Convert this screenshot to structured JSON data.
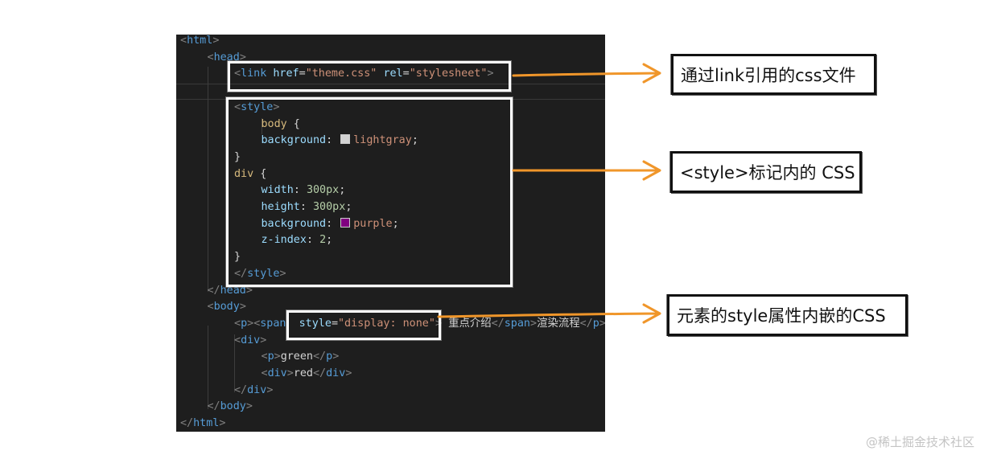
{
  "code": {
    "lines": [
      {
        "indent": 0,
        "tokens": [
          {
            "c": "punc",
            "t": "<"
          },
          {
            "c": "tag",
            "t": "html"
          },
          {
            "c": "punc",
            "t": ">"
          }
        ]
      },
      {
        "indent": 1,
        "tokens": [
          {
            "c": "punc",
            "t": "<"
          },
          {
            "c": "tag",
            "t": "head"
          },
          {
            "c": "punc",
            "t": ">"
          }
        ]
      },
      {
        "indent": 2,
        "tokens": [
          {
            "c": "punc",
            "t": "<"
          },
          {
            "c": "tag",
            "t": "link"
          },
          {
            "c": "txt",
            "t": " "
          },
          {
            "c": "attr",
            "t": "href"
          },
          {
            "c": "txt",
            "t": "="
          },
          {
            "c": "str",
            "t": "\"theme.css\""
          },
          {
            "c": "txt",
            "t": " "
          },
          {
            "c": "attr",
            "t": "rel"
          },
          {
            "c": "txt",
            "t": "="
          },
          {
            "c": "str",
            "t": "\"stylesheet\""
          },
          {
            "c": "punc",
            "t": ">"
          }
        ]
      },
      {
        "indent": 2,
        "tokens": []
      },
      {
        "indent": 2,
        "tokens": [
          {
            "c": "punc",
            "t": "<"
          },
          {
            "c": "tag",
            "t": "style"
          },
          {
            "c": "punc",
            "t": ">"
          }
        ]
      },
      {
        "indent": 3,
        "tokens": [
          {
            "c": "sel",
            "t": "body"
          },
          {
            "c": "txt",
            "t": " {"
          }
        ]
      },
      {
        "indent": 3,
        "tokens": [
          {
            "c": "prop",
            "t": "background"
          },
          {
            "c": "txt",
            "t": ": "
          },
          {
            "c": "swatch",
            "t": "#d3d3d3"
          },
          {
            "c": "val",
            "t": "lightgray"
          },
          {
            "c": "txt",
            "t": ";"
          }
        ]
      },
      {
        "indent": 2,
        "tokens": [
          {
            "c": "txt",
            "t": "}"
          }
        ]
      },
      {
        "indent": 2,
        "tokens": [
          {
            "c": "sel",
            "t": "div"
          },
          {
            "c": "txt",
            "t": " {"
          }
        ]
      },
      {
        "indent": 3,
        "tokens": [
          {
            "c": "prop",
            "t": "width"
          },
          {
            "c": "txt",
            "t": ": "
          },
          {
            "c": "num",
            "t": "300px"
          },
          {
            "c": "txt",
            "t": ";"
          }
        ]
      },
      {
        "indent": 3,
        "tokens": [
          {
            "c": "prop",
            "t": "height"
          },
          {
            "c": "txt",
            "t": ": "
          },
          {
            "c": "num",
            "t": "300px"
          },
          {
            "c": "txt",
            "t": ";"
          }
        ]
      },
      {
        "indent": 3,
        "tokens": [
          {
            "c": "prop",
            "t": "background"
          },
          {
            "c": "txt",
            "t": ": "
          },
          {
            "c": "swatch",
            "t": "#800080"
          },
          {
            "c": "val",
            "t": "purple"
          },
          {
            "c": "txt",
            "t": ";"
          }
        ]
      },
      {
        "indent": 3,
        "tokens": [
          {
            "c": "prop",
            "t": "z-index"
          },
          {
            "c": "txt",
            "t": ": "
          },
          {
            "c": "num",
            "t": "2"
          },
          {
            "c": "txt",
            "t": ";"
          }
        ]
      },
      {
        "indent": 2,
        "tokens": [
          {
            "c": "txt",
            "t": "}"
          }
        ]
      },
      {
        "indent": 2,
        "tokens": [
          {
            "c": "punc",
            "t": "</"
          },
          {
            "c": "tag",
            "t": "style"
          },
          {
            "c": "punc",
            "t": ">"
          }
        ]
      },
      {
        "indent": 1,
        "tokens": [
          {
            "c": "punc",
            "t": "</"
          },
          {
            "c": "tag",
            "t": "head"
          },
          {
            "c": "punc",
            "t": ">"
          }
        ]
      },
      {
        "indent": 1,
        "tokens": [
          {
            "c": "punc",
            "t": "<"
          },
          {
            "c": "tag",
            "t": "body"
          },
          {
            "c": "punc",
            "t": ">"
          }
        ]
      },
      {
        "indent": 2,
        "tokens": [
          {
            "c": "punc",
            "t": "<"
          },
          {
            "c": "tag",
            "t": "p"
          },
          {
            "c": "punc",
            "t": ">"
          },
          {
            "c": "punc",
            "t": "<"
          },
          {
            "c": "tag",
            "t": "span"
          },
          {
            "c": "txt",
            "t": "  "
          },
          {
            "c": "attr",
            "t": "style"
          },
          {
            "c": "txt",
            "t": "="
          },
          {
            "c": "str",
            "t": "\"display: none\""
          },
          {
            "c": "punc",
            "t": "> "
          },
          {
            "c": "txt",
            "t": "重点介绍"
          },
          {
            "c": "punc",
            "t": "</"
          },
          {
            "c": "tag",
            "t": "span"
          },
          {
            "c": "punc",
            "t": ">"
          },
          {
            "c": "txt",
            "t": "渲染流程"
          },
          {
            "c": "punc",
            "t": "</"
          },
          {
            "c": "tag",
            "t": "p"
          },
          {
            "c": "punc",
            "t": ">"
          }
        ]
      },
      {
        "indent": 2,
        "tokens": [
          {
            "c": "punc",
            "t": "<"
          },
          {
            "c": "tag",
            "t": "div"
          },
          {
            "c": "punc",
            "t": ">"
          }
        ]
      },
      {
        "indent": 3,
        "tokens": [
          {
            "c": "punc",
            "t": "<"
          },
          {
            "c": "tag",
            "t": "p"
          },
          {
            "c": "punc",
            "t": ">"
          },
          {
            "c": "txt",
            "t": "green"
          },
          {
            "c": "punc",
            "t": "</"
          },
          {
            "c": "tag",
            "t": "p"
          },
          {
            "c": "punc",
            "t": ">"
          }
        ]
      },
      {
        "indent": 3,
        "tokens": [
          {
            "c": "punc",
            "t": "<"
          },
          {
            "c": "tag",
            "t": "div"
          },
          {
            "c": "punc",
            "t": ">"
          },
          {
            "c": "txt",
            "t": "red"
          },
          {
            "c": "punc",
            "t": "</"
          },
          {
            "c": "tag",
            "t": "div"
          },
          {
            "c": "punc",
            "t": ">"
          }
        ]
      },
      {
        "indent": 2,
        "tokens": [
          {
            "c": "punc",
            "t": "</"
          },
          {
            "c": "tag",
            "t": "div"
          },
          {
            "c": "punc",
            "t": ">"
          }
        ]
      },
      {
        "indent": 1,
        "tokens": [
          {
            "c": "punc",
            "t": "</"
          },
          {
            "c": "tag",
            "t": "body"
          },
          {
            "c": "punc",
            "t": ">"
          }
        ]
      },
      {
        "indent": 0,
        "tokens": [
          {
            "c": "punc",
            "t": "</"
          },
          {
            "c": "tag",
            "t": "html"
          },
          {
            "c": "punc",
            "t": ">"
          }
        ]
      }
    ]
  },
  "annotations": [
    {
      "label": "通过link引用的css文件"
    },
    {
      "label": "<style>标记内的 CSS"
    },
    {
      "label": "元素的style属性内嵌的CSS"
    }
  ],
  "colors": {
    "arrow": "#f0962a",
    "editor_bg": "#1e1e1e",
    "highlight_border": "#ffffff"
  },
  "watermark": "@稀土掘金技术社区"
}
